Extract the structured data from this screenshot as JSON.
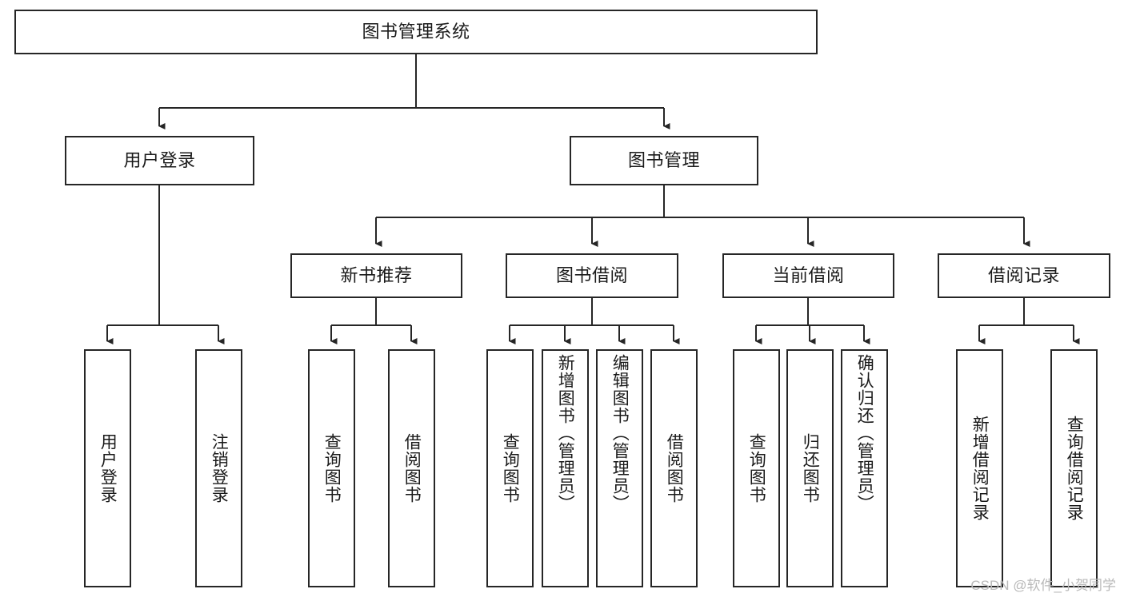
{
  "diagram": {
    "title": "图书管理系统",
    "watermark": "CSDN @软件_小贺同学",
    "colors": {
      "stroke": "#262626",
      "fill": "#ffffff",
      "text": "#1a1a1a",
      "watermark": "#b9b9b9"
    },
    "root": {
      "label": "图书管理系统"
    },
    "level2": [
      {
        "label": "用户登录"
      },
      {
        "label": "图书管理"
      }
    ],
    "level3": [
      {
        "label": "新书推荐"
      },
      {
        "label": "图书借阅"
      },
      {
        "label": "当前借阅"
      },
      {
        "label": "借阅记录"
      }
    ],
    "leaves": {
      "user_login": [
        {
          "label": "用户登录"
        },
        {
          "label": "注销登录"
        }
      ],
      "new_book": [
        {
          "label": "查询图书"
        },
        {
          "label": "借阅图书"
        }
      ],
      "book_borrow": [
        {
          "label": "查询图书"
        },
        {
          "label": "新增图书（管理员）"
        },
        {
          "label": "编辑图书（管理员）"
        },
        {
          "label": "借阅图书"
        }
      ],
      "current_borrow": [
        {
          "label": "查询图书"
        },
        {
          "label": "归还图书"
        },
        {
          "label": "确认归还（管理员）"
        }
      ],
      "borrow_record": [
        {
          "label": "新增借阅记录"
        },
        {
          "label": "查询借阅记录"
        }
      ]
    }
  },
  "chart_data": {
    "type": "diagram",
    "title": "图书管理系统",
    "nodes": [
      {
        "id": "root",
        "label": "图书管理系统",
        "level": 0
      },
      {
        "id": "user-login",
        "label": "用户登录",
        "level": 1,
        "parent": "root"
      },
      {
        "id": "book-manage",
        "label": "图书管理",
        "level": 1,
        "parent": "root"
      },
      {
        "id": "user-login-do",
        "label": "用户登录",
        "level": 2,
        "parent": "user-login"
      },
      {
        "id": "user-logout",
        "label": "注销登录",
        "level": 2,
        "parent": "user-login"
      },
      {
        "id": "new-book",
        "label": "新书推荐",
        "level": 2,
        "parent": "book-manage"
      },
      {
        "id": "book-borrow",
        "label": "图书借阅",
        "level": 2,
        "parent": "book-manage"
      },
      {
        "id": "current-borrow",
        "label": "当前借阅",
        "level": 2,
        "parent": "book-manage"
      },
      {
        "id": "borrow-record",
        "label": "借阅记录",
        "level": 2,
        "parent": "book-manage"
      },
      {
        "id": "nb-query",
        "label": "查询图书",
        "level": 3,
        "parent": "new-book"
      },
      {
        "id": "nb-borrow",
        "label": "借阅图书",
        "level": 3,
        "parent": "new-book"
      },
      {
        "id": "bb-query",
        "label": "查询图书",
        "level": 3,
        "parent": "book-borrow"
      },
      {
        "id": "bb-add",
        "label": "新增图书（管理员）",
        "level": 3,
        "parent": "book-borrow"
      },
      {
        "id": "bb-edit",
        "label": "编辑图书（管理员）",
        "level": 3,
        "parent": "book-borrow"
      },
      {
        "id": "bb-borrow",
        "label": "借阅图书",
        "level": 3,
        "parent": "book-borrow"
      },
      {
        "id": "cb-query",
        "label": "查询图书",
        "level": 3,
        "parent": "current-borrow"
      },
      {
        "id": "cb-return",
        "label": "归还图书",
        "level": 3,
        "parent": "current-borrow"
      },
      {
        "id": "cb-confirm",
        "label": "确认归还（管理员）",
        "level": 3,
        "parent": "current-borrow"
      },
      {
        "id": "br-add",
        "label": "新增借阅记录",
        "level": 3,
        "parent": "borrow-record"
      },
      {
        "id": "br-query",
        "label": "查询借阅记录",
        "level": 3,
        "parent": "borrow-record"
      }
    ]
  }
}
